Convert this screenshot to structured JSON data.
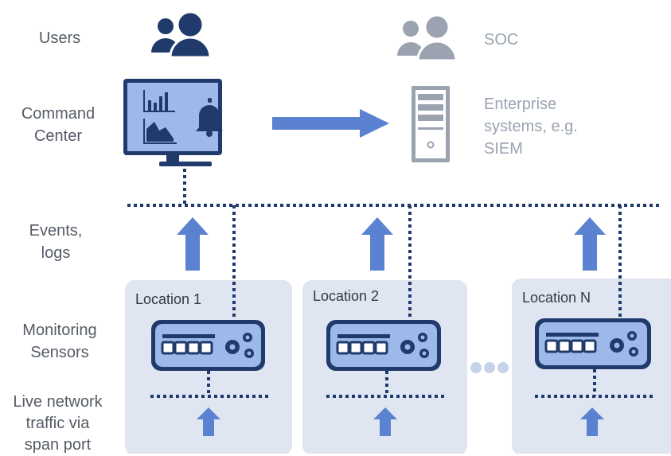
{
  "rows": {
    "users": "Users",
    "command_center": [
      "Command",
      "Center"
    ],
    "events_logs": [
      "Events,",
      "logs"
    ],
    "monitoring_sensors": [
      "Monitoring",
      "Sensors"
    ],
    "live_traffic": [
      "Live network",
      "traffic via",
      "span port"
    ]
  },
  "right": {
    "soc": "SOC",
    "enterprise": [
      "Enterprise",
      "systems, e.g.",
      "SIEM"
    ]
  },
  "locations": [
    "Location 1",
    "Location 2",
    "Location N"
  ],
  "colors": {
    "navy": "#1f3a6b",
    "fill": "#5b82d0",
    "screen": "#9db9ea",
    "box": "#dfe6f2",
    "arrow": "#5b82d0",
    "grey": "#9aa3af"
  }
}
